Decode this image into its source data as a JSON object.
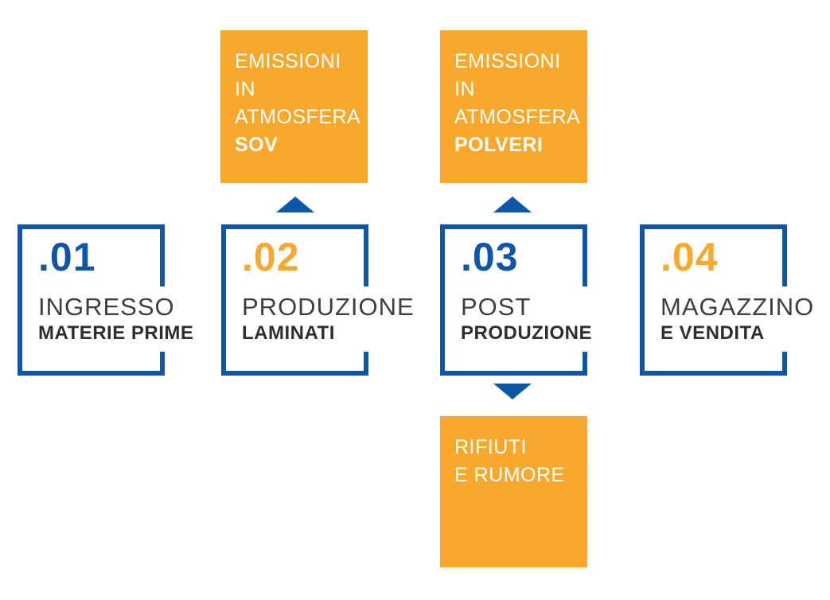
{
  "colors": {
    "blue": "#0E57A8",
    "orange": "#F8A92D",
    "text-light": "#3E3E3E",
    "text-bold": "#2E2E2E",
    "white": "#FFFFFF"
  },
  "process": {
    "stations": [
      {
        "number": ".01",
        "accent": "blue",
        "title": "INGRESSO",
        "subtitle": "MATERIE PRIME"
      },
      {
        "number": ".02",
        "accent": "orange",
        "title": "PRODUZIONE",
        "subtitle": "LAMINATI"
      },
      {
        "number": ".03",
        "accent": "blue",
        "title": "POST",
        "subtitle": "PRODUZIONE"
      },
      {
        "number": ".04",
        "accent": "orange",
        "title": "MAGAZZINO",
        "subtitle": "E VENDITA"
      }
    ],
    "emissions": [
      {
        "lines": [
          "EMISSIONI",
          "IN",
          "ATMOSFERA"
        ],
        "bold": "SOV"
      },
      {
        "lines": [
          "EMISSIONI",
          "IN",
          "ATMOSFERA"
        ],
        "bold": "POLVERI"
      }
    ],
    "waste": {
      "lines": [
        "RIFIUTI",
        "E RUMORE"
      ]
    }
  }
}
